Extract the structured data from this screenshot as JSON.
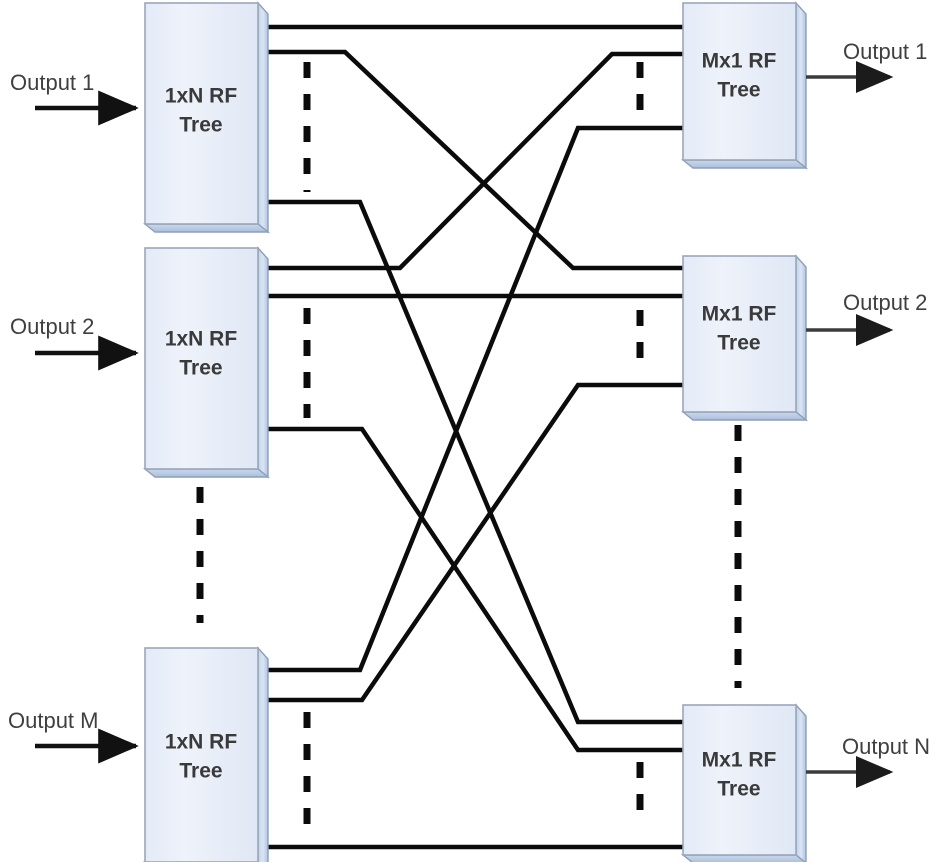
{
  "diagram": {
    "title": "RF switch matrix block diagram",
    "colors": {
      "block_fill_light": "#eef2fa",
      "block_fill_dark": "#d5dff0",
      "block_border": "#9aa7bb",
      "wire": "#0b0b0b",
      "text": "#3a3a3a",
      "background": "#ffffff"
    },
    "left_column": {
      "block_label_line1": "1xN RF",
      "block_label_line2": "Tree",
      "blocks": [
        {
          "id": "left-1",
          "label_line1": "1xN RF",
          "label_line2": "Tree",
          "input_label": "Output 1"
        },
        {
          "id": "left-2",
          "label_line1": "1xN RF",
          "label_line2": "Tree",
          "input_label": "Output 2"
        },
        {
          "id": "left-3",
          "label_line1": "1xN RF",
          "label_line2": "Tree",
          "input_label": "Output M"
        }
      ],
      "vertical_ellipsis": "⋮"
    },
    "right_column": {
      "block_label_line1": "Mx1 RF",
      "block_label_line2": "Tree",
      "blocks": [
        {
          "id": "right-1",
          "label_line1": "Mx1 RF",
          "label_line2": "Tree",
          "output_label": "Output 1"
        },
        {
          "id": "right-2",
          "label_line1": "Mx1 RF",
          "label_line2": "Tree",
          "output_label": "Output 2"
        },
        {
          "id": "right-3",
          "label_line1": "Mx1 RF",
          "label_line2": "Tree",
          "output_label": "Output N"
        }
      ],
      "vertical_ellipsis": "⋮"
    },
    "labels": {
      "input_1": "Output 1",
      "input_2": "Output 2",
      "input_M": "Output M",
      "output_1": "Output 1",
      "output_2": "Output 2",
      "output_N": "Output N"
    }
  }
}
